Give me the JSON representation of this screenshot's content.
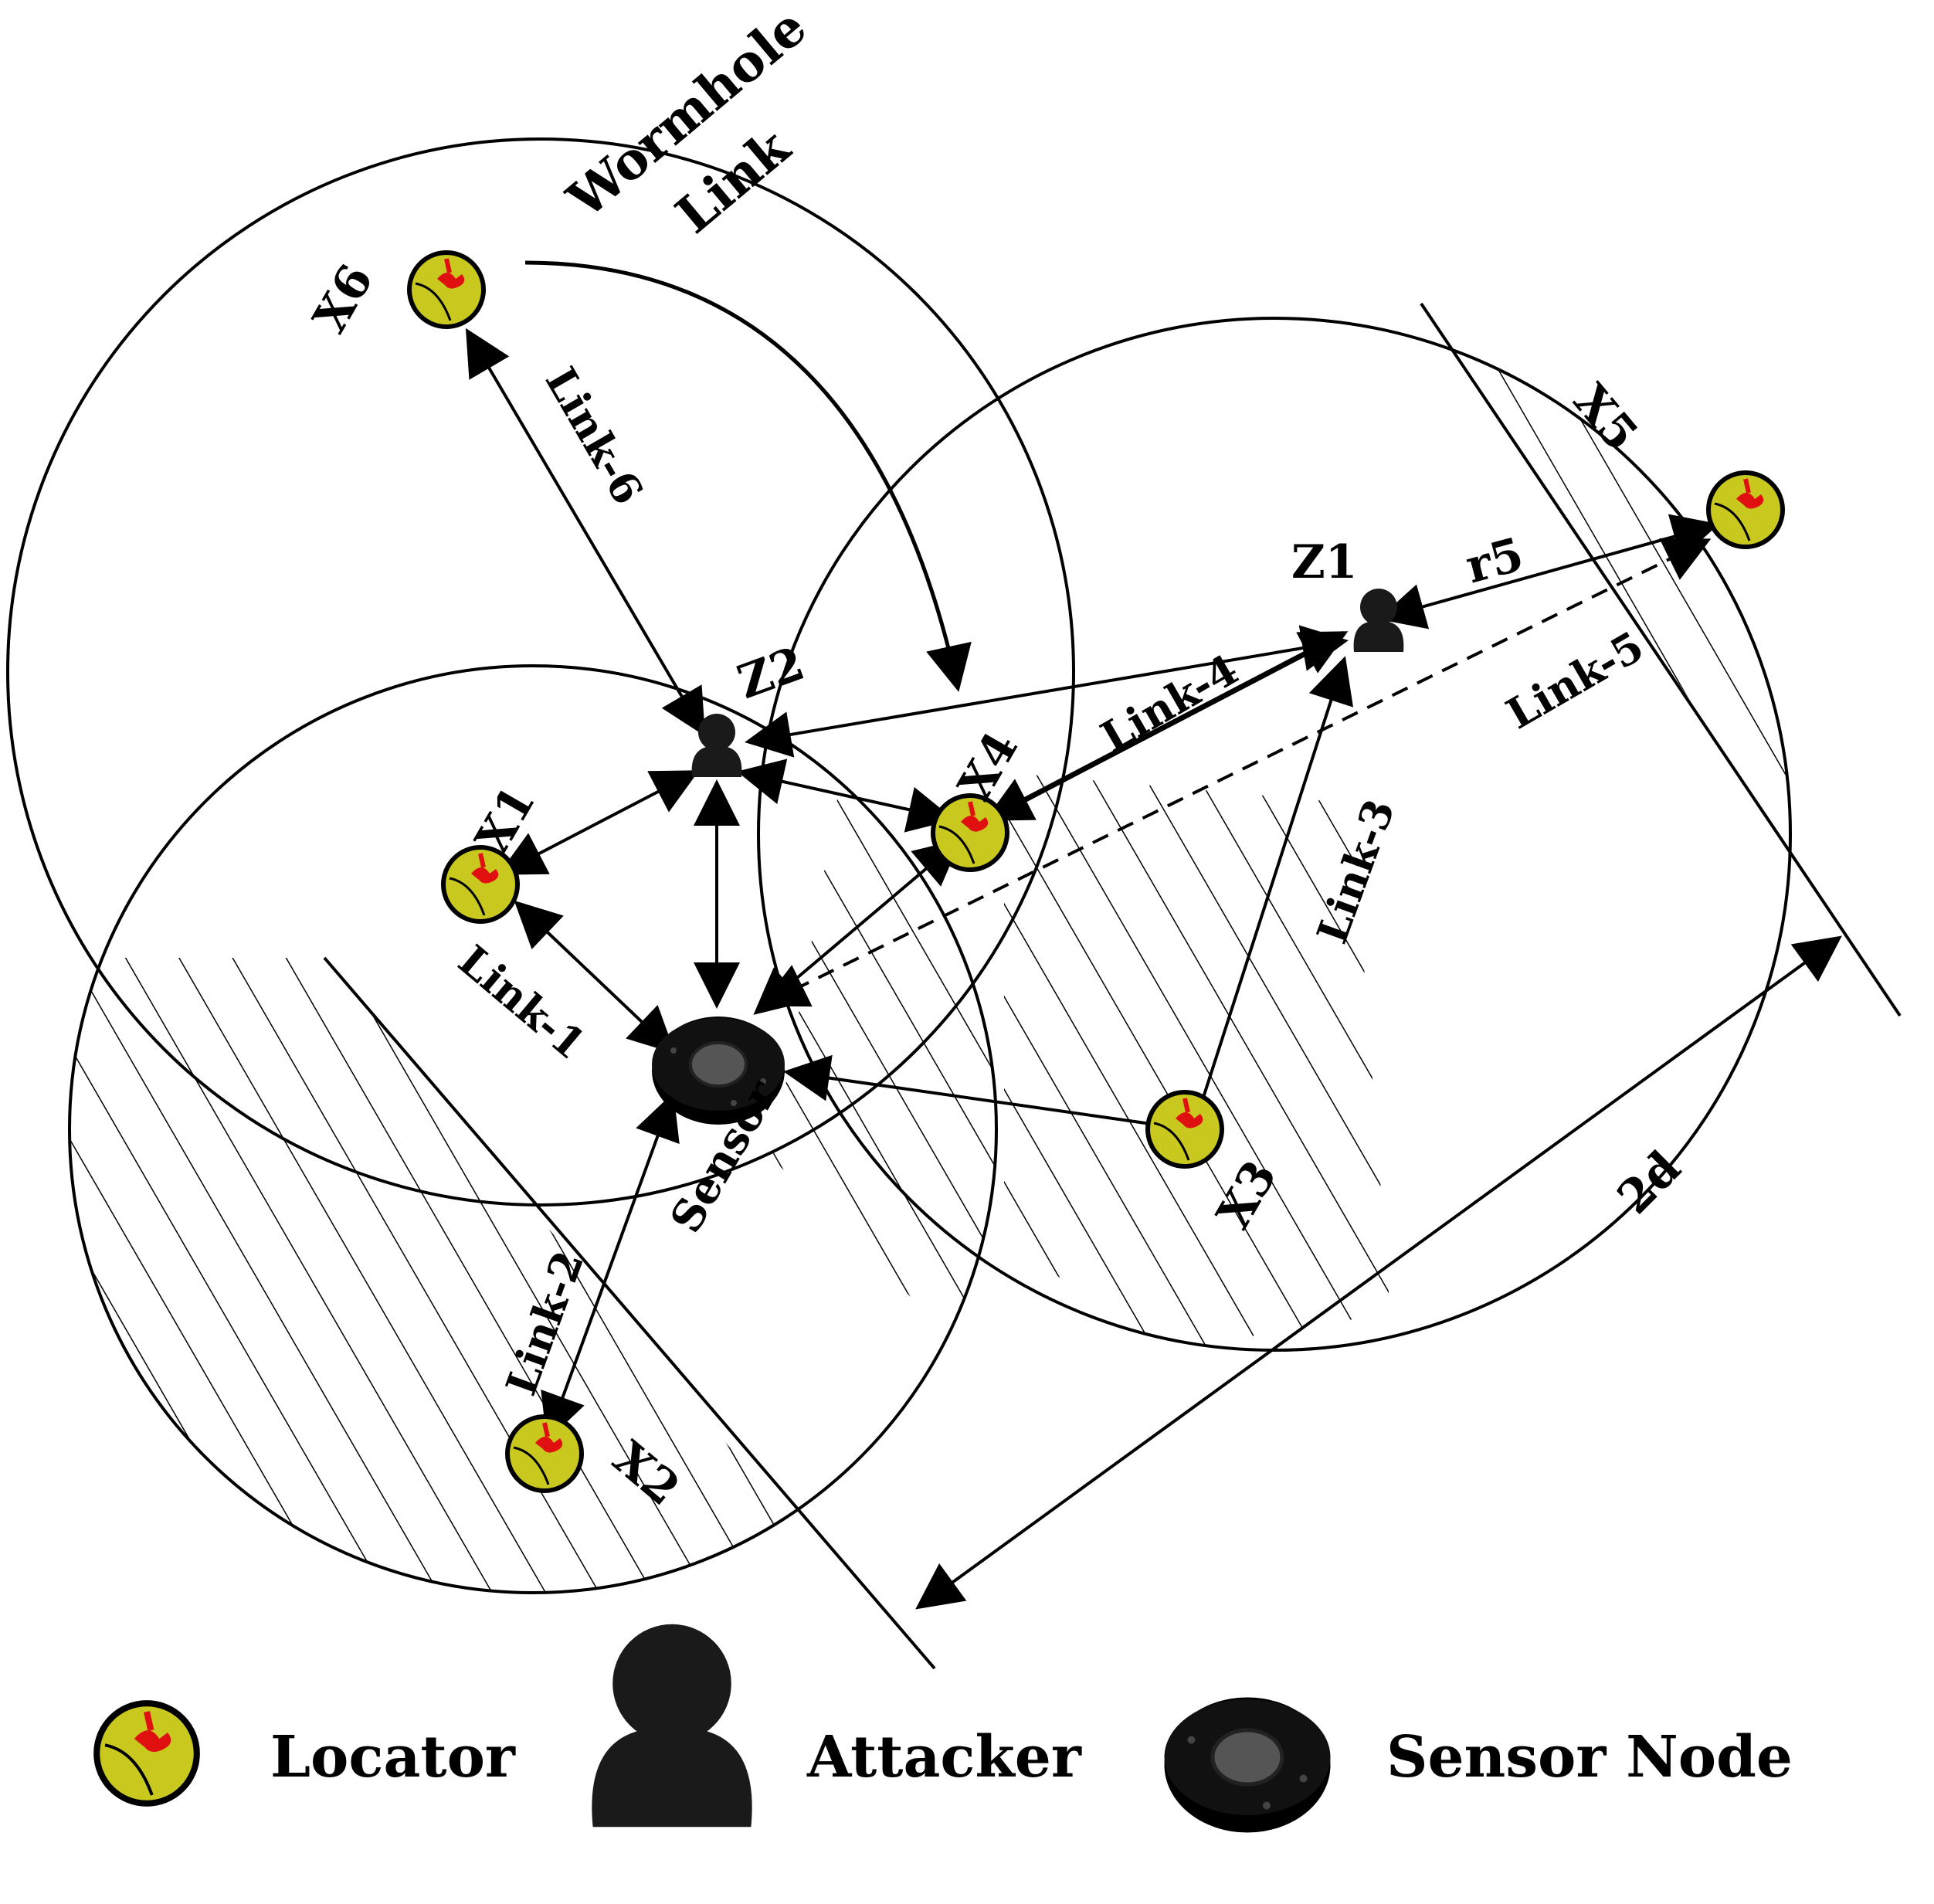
{
  "labels": {
    "wormhole_1": "Wormhole",
    "wormhole_2": "Link",
    "x6": "X6",
    "x5": "X5",
    "x4": "X4",
    "x3": "X3",
    "x2": "X2",
    "x1": "X1",
    "z1": "Z1",
    "z2": "Z2",
    "r5": "r5",
    "link1": "Link-1",
    "link2": "Link-2",
    "link3": "Link-3",
    "link4": "Link-4",
    "link5": "Link-5",
    "link6": "Link-6",
    "sensor": "Sensor",
    "two_d": "2d"
  },
  "legend": {
    "locator": "Locator",
    "attacker": "Attacker",
    "sensor_node": "Sensor Node"
  },
  "colors": {
    "locator_fill": "#c8c81e",
    "locator_mark": "#e01010",
    "attacker": "#1a1a1a",
    "sensor_body": "#0d0d0d",
    "sensor_lens": "#555555"
  }
}
